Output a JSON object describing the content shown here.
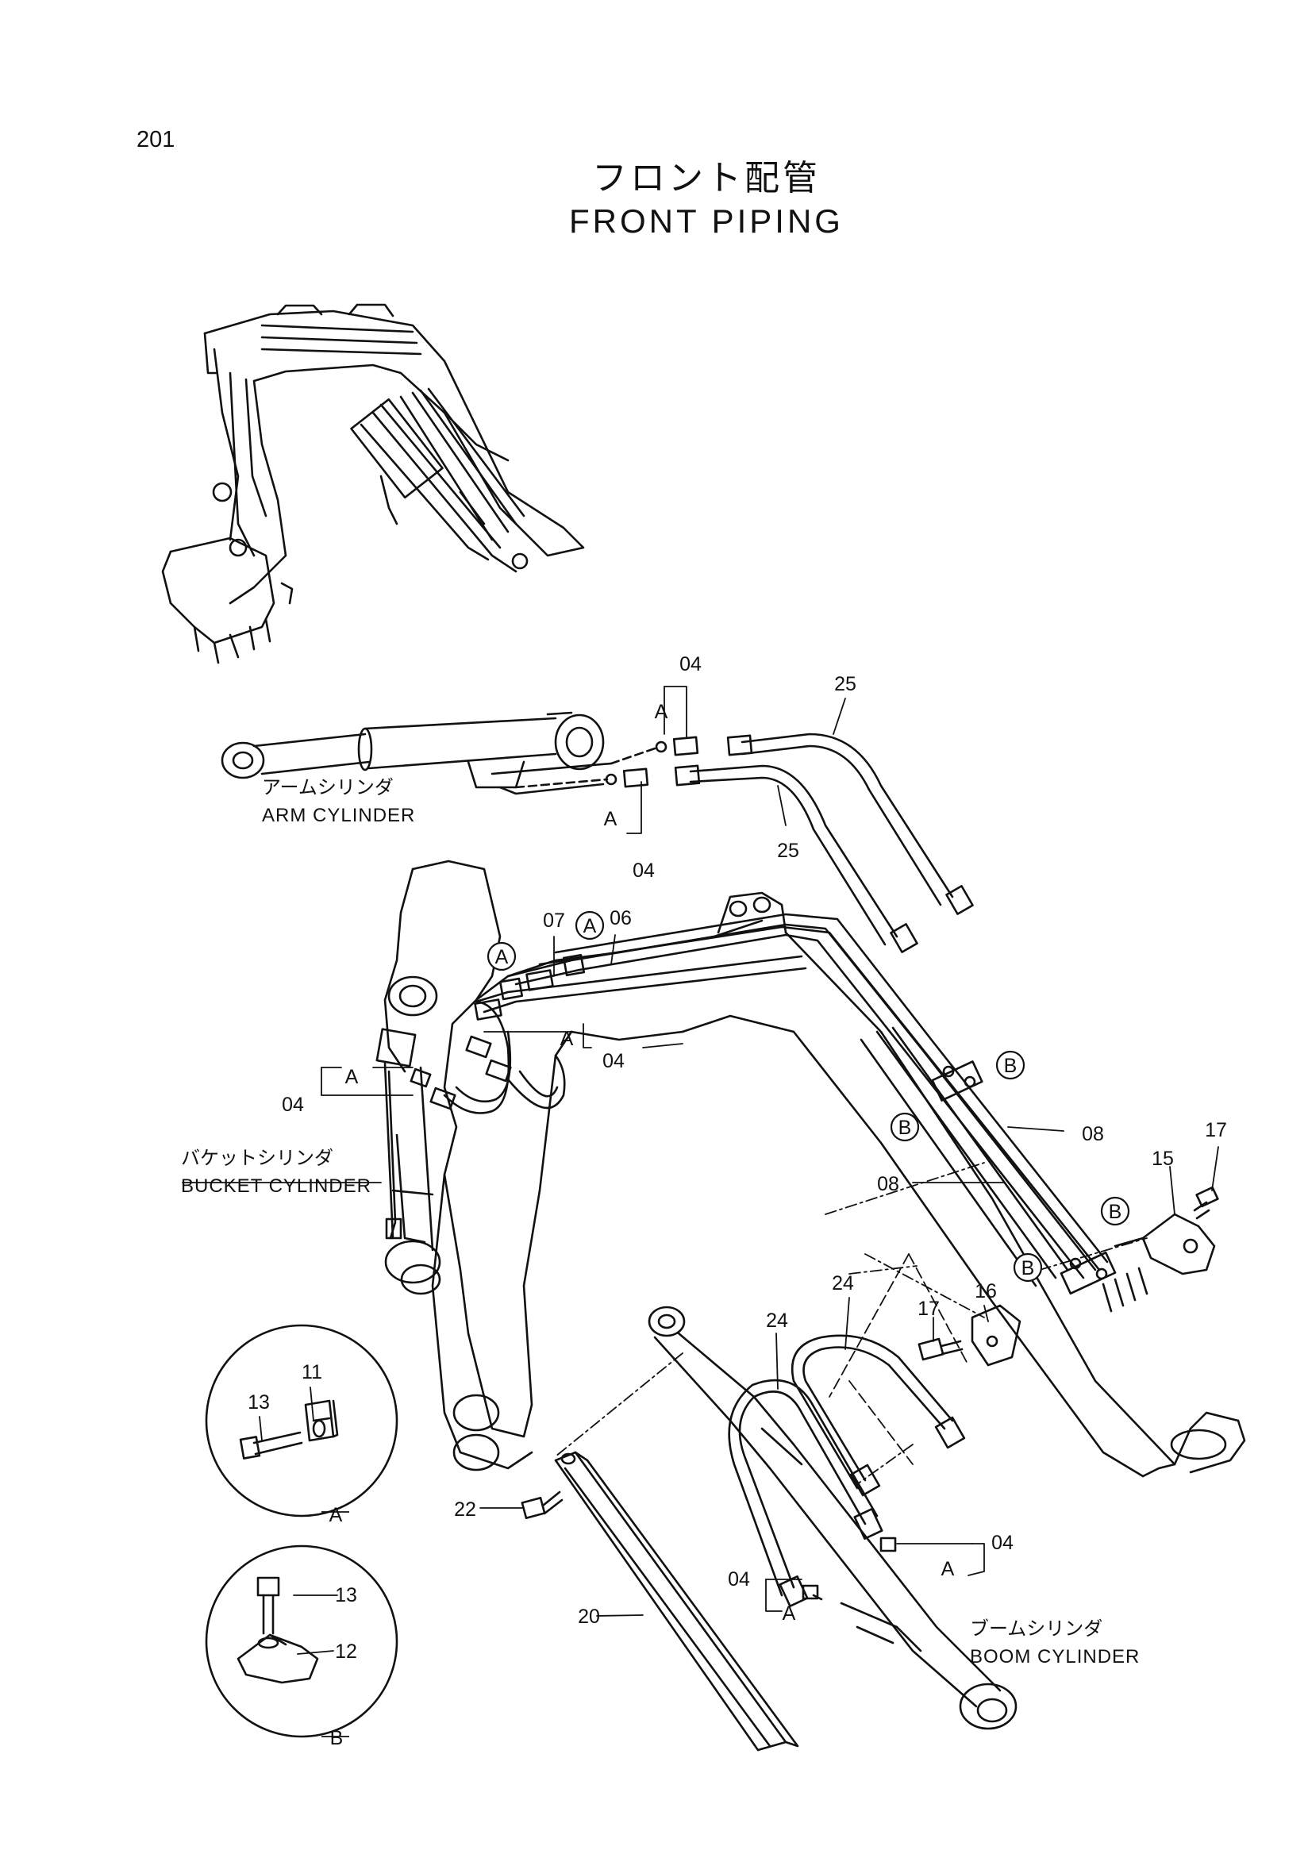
{
  "page": {
    "number": "201",
    "title_jp": "フロント配管",
    "title_en": "FRONT PIPING"
  },
  "components": {
    "arm_cylinder_jp": "アームシリンダ",
    "arm_cylinder_en": "ARM CYLINDER",
    "bucket_cylinder_jp": "バケットシリンダ",
    "bucket_cylinder_en": "BUCKET CYLINDER",
    "boom_cylinder_jp": "ブームシリンダ",
    "boom_cylinder_en": "BOOM CYLINDER"
  },
  "callouts": {
    "arm_upper_qty": "04",
    "arm_lower_qty": "04",
    "hose_upper": "25",
    "hose_lower": "25",
    "pipe_07": "07",
    "pipe_06": "06",
    "bucket_right_qty": "04",
    "bucket_left_qty": "04",
    "pipe_08_right": "08",
    "pipe_08_left": "08",
    "bolt_17_right": "17",
    "bracket_15": "15",
    "bracket_16": "16",
    "bolt_17_mid": "17",
    "hose_24_right": "24",
    "hose_24_left": "24",
    "bolt_22": "22",
    "cover_20": "20",
    "boom_right_qty": "04",
    "boom_left_qty": "04",
    "detail_a_clamp": "11",
    "detail_a_bolt": "13",
    "detail_b_bolt": "13",
    "detail_b_clamp": "12"
  },
  "markers": {
    "a": "A",
    "b": "B"
  },
  "details": {
    "a_label": "A",
    "b_label": "B"
  }
}
